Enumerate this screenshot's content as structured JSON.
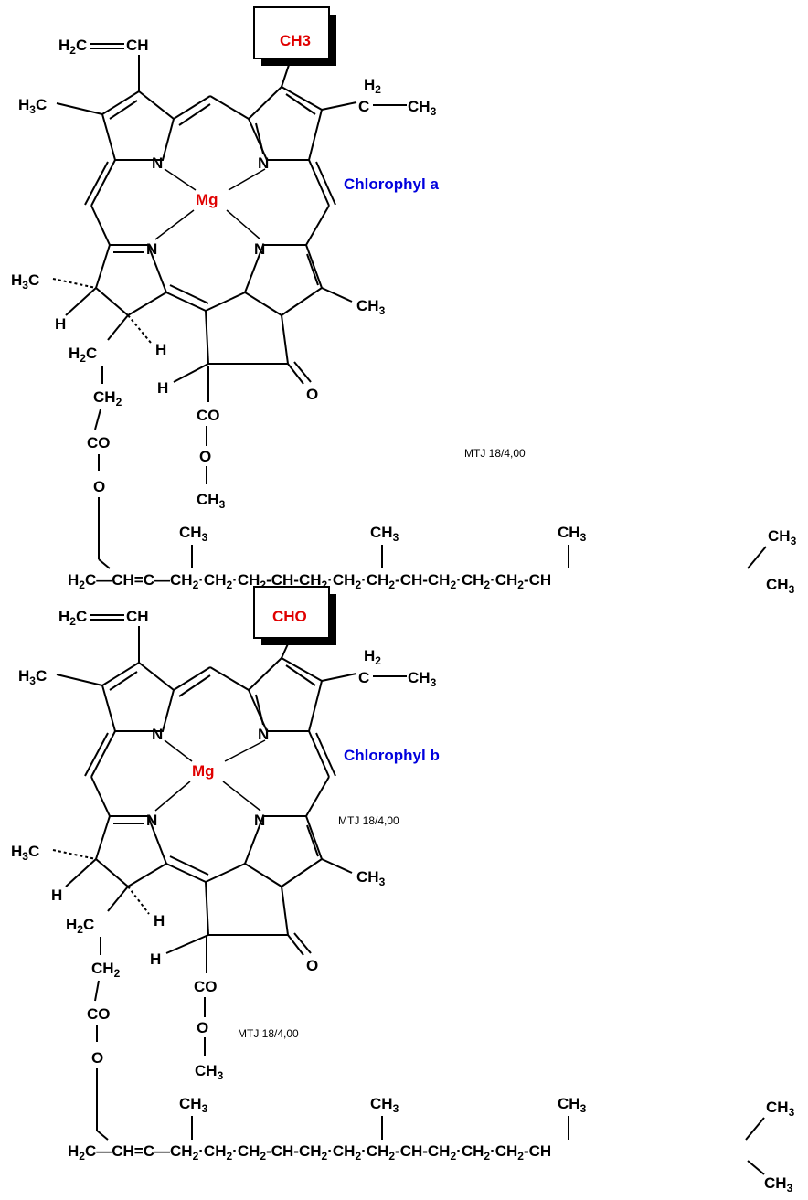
{
  "background": "#000000",
  "panel_color": "#ffffff",
  "accent_red": "#e00000",
  "accent_blue": "#0000dd",
  "molecules": [
    {
      "name": "Chlorophyl a",
      "metal": "Mg",
      "highlight_group": "CH3",
      "credits": [
        "MTJ 18/4,00"
      ]
    },
    {
      "name": "Chlorophyl b",
      "metal": "Mg",
      "highlight_group": "CHO",
      "credits": [
        "MTJ 18/4,00",
        "MTJ 18/4,00"
      ]
    }
  ]
}
